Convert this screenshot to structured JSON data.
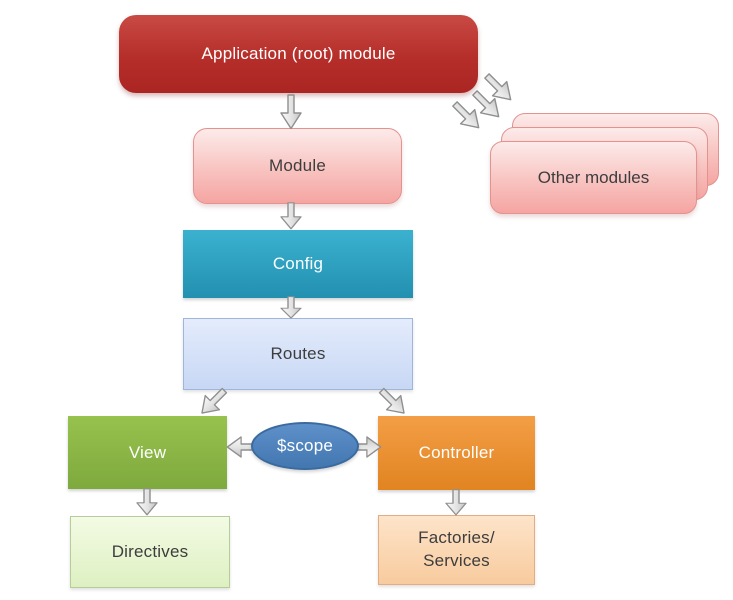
{
  "diagram": {
    "nodes": {
      "app_root": {
        "label": "Application (root) module",
        "color": "#b52e2a",
        "text_color": "#ffffff",
        "shape": "rounded-rect"
      },
      "module": {
        "label": "Module",
        "color": "#f5a5a2",
        "text_color": "#3d3d3d",
        "shape": "rounded-rect"
      },
      "other_modules": {
        "label": "Other modules",
        "color": "#f5a5a2",
        "text_color": "#3d3d3d",
        "shape": "stacked-rounded-rect",
        "stack_count": 3
      },
      "config": {
        "label": "Config",
        "color": "#2e9fc0",
        "text_color": "#ffffff",
        "shape": "rect"
      },
      "routes": {
        "label": "Routes",
        "color": "#cfdcf6",
        "text_color": "#3d3d3d",
        "shape": "rect"
      },
      "view": {
        "label": "View",
        "color": "#8ab545",
        "text_color": "#ffffff",
        "shape": "rect"
      },
      "scope": {
        "label": "$scope",
        "color": "#4f81bd",
        "text_color": "#ffffff",
        "shape": "ellipse"
      },
      "controller": {
        "label": "Controller",
        "color": "#ea9033",
        "text_color": "#ffffff",
        "shape": "rect"
      },
      "directives": {
        "label": "Directives",
        "color": "#e7f4cf",
        "text_color": "#3d3d3d",
        "shape": "rect"
      },
      "factories": {
        "label": "Factories/\nServices",
        "color": "#fad5ae",
        "text_color": "#3d3d3d",
        "shape": "rect"
      }
    },
    "edges": [
      {
        "from": "app_root",
        "to": "module"
      },
      {
        "from": "app_root",
        "to": "other_modules",
        "arrows": 3
      },
      {
        "from": "module",
        "to": "config"
      },
      {
        "from": "config",
        "to": "routes"
      },
      {
        "from": "routes",
        "to": "view"
      },
      {
        "from": "routes",
        "to": "controller"
      },
      {
        "from": "scope",
        "to": "view"
      },
      {
        "from": "scope",
        "to": "controller"
      },
      {
        "from": "view",
        "to": "directives"
      },
      {
        "from": "controller",
        "to": "factories"
      }
    ],
    "arrow_style": {
      "fill": "#e8e8e8",
      "stroke": "#8f8f8f"
    }
  }
}
